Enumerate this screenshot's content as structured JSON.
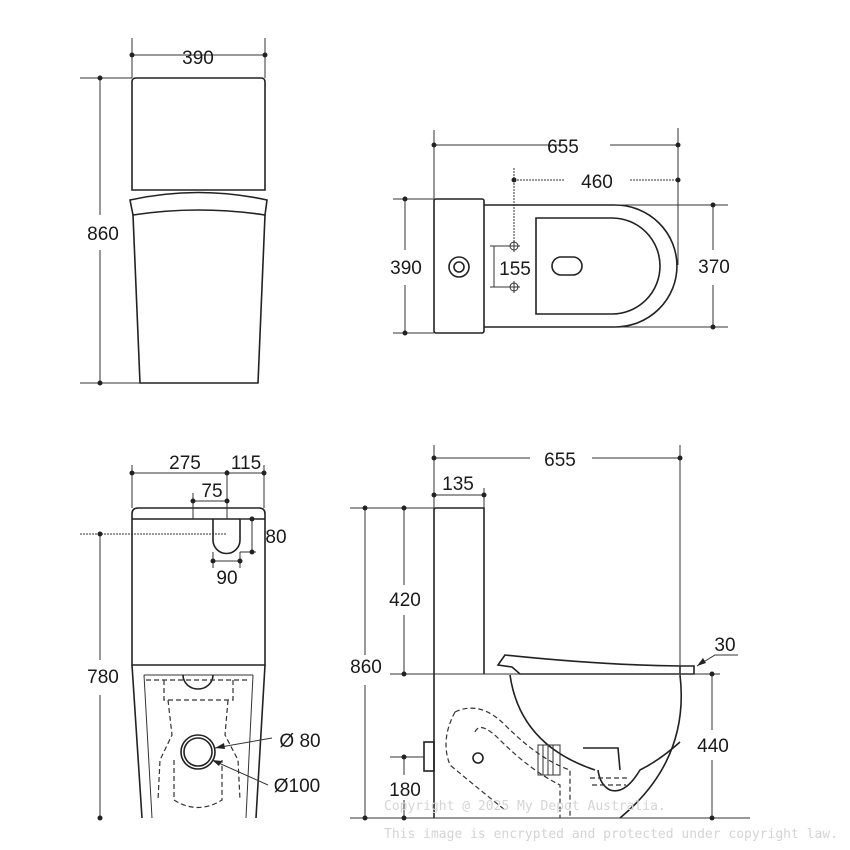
{
  "front_view": {
    "width": "390",
    "height": "860"
  },
  "top_view": {
    "length": "655",
    "seat_offset": "460",
    "tank_width": "390",
    "bowl_width": "370",
    "hinge_spacing": "155"
  },
  "rear_view": {
    "dim_275": "275",
    "dim_115": "115",
    "dim_75": "75",
    "inlet_height": "80",
    "inlet_width": "90",
    "inlet_floor_height": "780",
    "outlet_inner": "Ø 80",
    "outlet_outer": "Ø100"
  },
  "side_view": {
    "length": "655",
    "tank_depth": "135",
    "total_height": "860",
    "tank_height": "420",
    "seat_thickness": "30",
    "bowl_height": "440",
    "outlet_height": "180"
  },
  "watermark": {
    "line1": "Copyright @ 2025 My Depot Australia.",
    "line2": "This image is encrypted and protected under copyright law."
  },
  "colors": {
    "line": "#222222",
    "watermark": "#d4d4d4"
  }
}
